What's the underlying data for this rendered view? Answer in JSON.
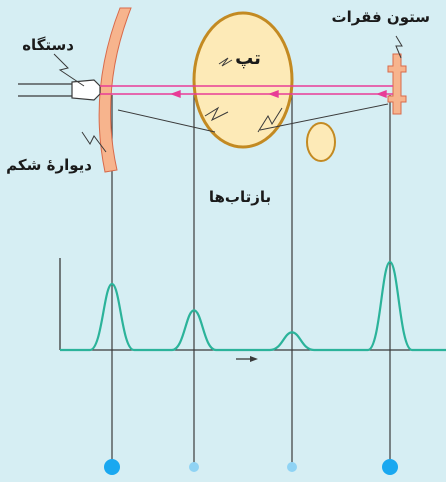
{
  "labels": {
    "device": "دستگاه",
    "abdominal_wall": "دیوارهٔ شکم",
    "tumor": "تپ",
    "spine": "ستون فقرات",
    "reflections": "بازتاب‌ها"
  },
  "colors": {
    "background": "#d6eef3",
    "wall": "#f7b48d",
    "tumor_fill": "#fdeab7",
    "organ_outline": "#c38a22",
    "beam": "#e83c97",
    "trace": "#2bb39a",
    "marker_strong": "#1aa8f0",
    "marker_weak": "#8fd3f4",
    "line": "#3a3a3a"
  },
  "chart_data": {
    "type": "line",
    "description_axis": "time (arrow direction)",
    "peaks": [
      {
        "id": "wall",
        "relative_height": 0.75,
        "marker": "strong"
      },
      {
        "id": "tumor_front",
        "relative_height": 0.45,
        "marker": "weak"
      },
      {
        "id": "tumor_back",
        "relative_height": 0.2,
        "marker": "weak"
      },
      {
        "id": "spine",
        "relative_height": 1.0,
        "marker": "strong"
      }
    ]
  }
}
